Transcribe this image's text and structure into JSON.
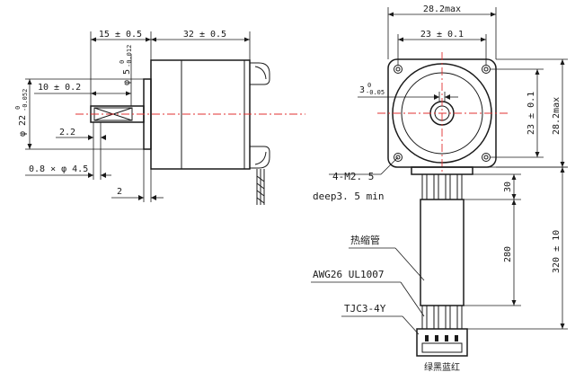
{
  "side_view": {
    "dims": {
      "flange_thickness": "15 ± 0.5",
      "body_length": "32 ± 0.5",
      "shaft_length": "10 ± 0.2",
      "flat_depth": "2.2",
      "shaft_dia_main": "φ 5",
      "shaft_dia_tol_upper": "0",
      "shaft_dia_tol_lower": "-0.012",
      "boss_dia_main": "φ 22",
      "boss_dia_tol_upper": "0",
      "boss_dia_tol_lower": "-0.052",
      "chamfer": "0.8 × φ 4.5",
      "boss_height": "2"
    }
  },
  "front_view": {
    "dims": {
      "width_max": "28.2max",
      "hole_spacing_h": "23 ± 0.1",
      "hole_spacing_v": "23 ± 0.1",
      "height_max": "28.2max",
      "flat_main": "3",
      "flat_tol_upper": "0",
      "flat_tol_lower": "-0.05",
      "holes": "4-M2. 5",
      "hole_depth": "deep3. 5 min"
    }
  },
  "cable": {
    "exit_length": "30",
    "tube_length": "280",
    "total_length": "320 ± 10",
    "heatshrink_label": "热缩管",
    "wire_label": "AWG26 UL1007",
    "connector_label": "TJC3-4Y",
    "color_label": "绿黑蓝红"
  },
  "colors": {
    "line": "#1a1a1a",
    "centerline": "#e03030"
  }
}
